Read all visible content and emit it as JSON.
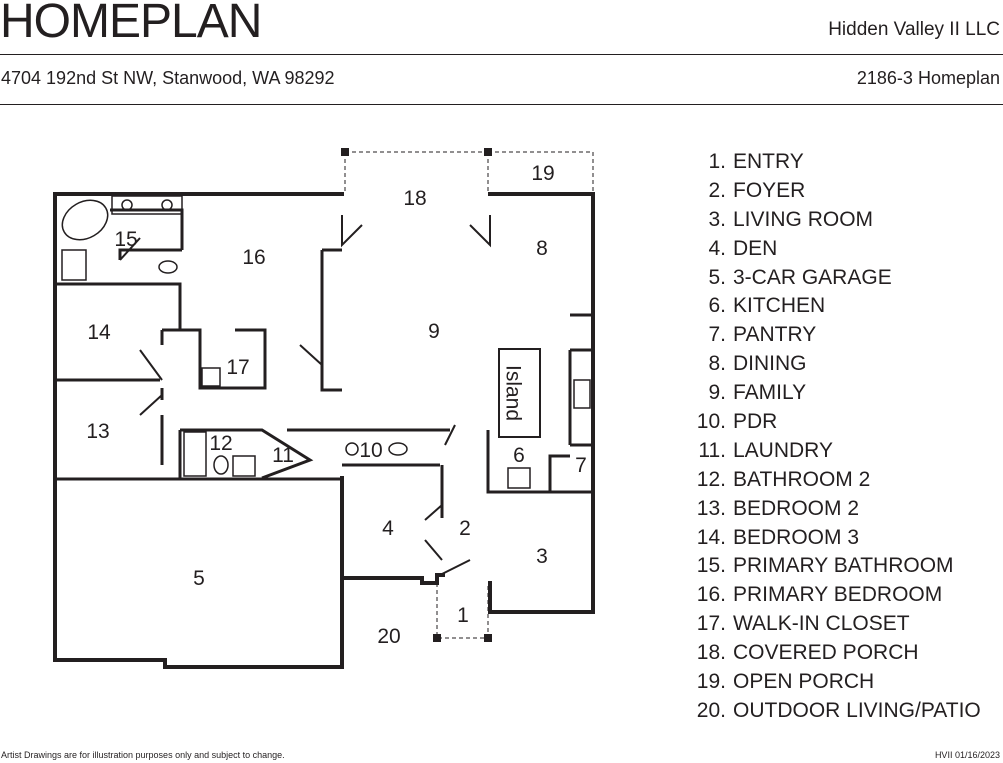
{
  "header": {
    "title": "HOMEPLAN",
    "company": "Hidden Valley II LLC",
    "address": "4704 192nd St NW, Stanwood, WA 98292",
    "plan_number": "2186-3 Homeplan"
  },
  "legend": [
    {
      "num": "1.",
      "label": "ENTRY"
    },
    {
      "num": "2.",
      "label": "FOYER"
    },
    {
      "num": "3.",
      "label": "LIVING ROOM"
    },
    {
      "num": "4.",
      "label": "DEN"
    },
    {
      "num": "5.",
      "label": "3-CAR GARAGE"
    },
    {
      "num": "6.",
      "label": "KITCHEN"
    },
    {
      "num": "7.",
      "label": "PANTRY"
    },
    {
      "num": "8.",
      "label": "DINING"
    },
    {
      "num": "9.",
      "label": "FAMILY"
    },
    {
      "num": "10.",
      "label": "PDR"
    },
    {
      "num": "11.",
      "label": "LAUNDRY"
    },
    {
      "num": "12.",
      "label": "BATHROOM 2"
    },
    {
      "num": "13.",
      "label": "BEDROOM 2"
    },
    {
      "num": "14.",
      "label": "BEDROOM 3"
    },
    {
      "num": "15.",
      "label": "PRIMARY BATHROOM"
    },
    {
      "num": "16.",
      "label": "PRIMARY BEDROOM"
    },
    {
      "num": "17.",
      "label": "WALK-IN CLOSET"
    },
    {
      "num": "18.",
      "label": "COVERED PORCH"
    },
    {
      "num": "19.",
      "label": "OPEN PORCH"
    },
    {
      "num": "20.",
      "label": "OUTDOOR LIVING/PATIO"
    }
  ],
  "plan": {
    "room_numbers": {
      "r1": "1",
      "r2": "2",
      "r3": "3",
      "r4": "4",
      "r5": "5",
      "r6": "6",
      "r7": "7",
      "r8": "8",
      "r9": "9",
      "r10": "10",
      "r11": "11",
      "r12": "12",
      "r13": "13",
      "r14": "14",
      "r15": "15",
      "r16": "16",
      "r17": "17",
      "r18": "18",
      "r19": "19",
      "r20": "20"
    },
    "island_label": "Island"
  },
  "footer": {
    "disclaimer": "Artist Drawings are for illustration purposes only and subject to change.",
    "code": "HVII 01/16/2023"
  }
}
